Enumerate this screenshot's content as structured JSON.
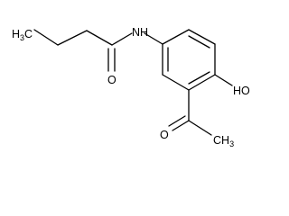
{
  "molecule": {
    "atoms": {
      "methyl_left": {
        "main": "H",
        "sub": "3",
        "tail": "C"
      },
      "nitrogen": {
        "main": "N",
        "sub": "",
        "tail": "H"
      },
      "amide_oxygen": {
        "main": "O"
      },
      "hydroxyl": {
        "main": "HO"
      },
      "ketone_oxygen": {
        "main": "O"
      },
      "methyl_right": {
        "main": "CH",
        "sub": "3"
      }
    }
  },
  "colors": {
    "bond": "#000000",
    "text": "#000000",
    "background": "#ffffff"
  }
}
